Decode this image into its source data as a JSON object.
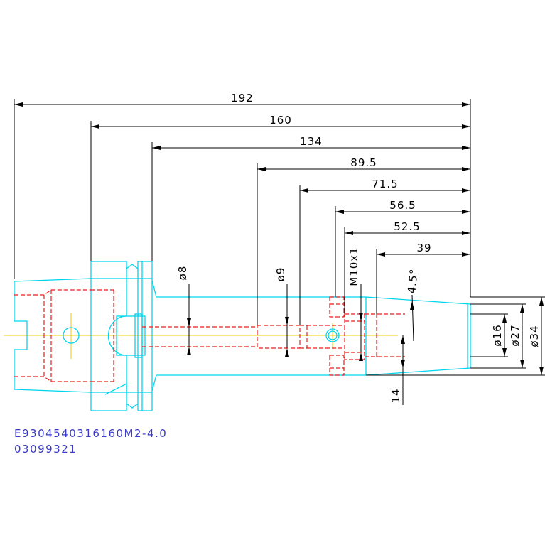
{
  "dimensions": {
    "d192": "192",
    "d160": "160",
    "d134": "134",
    "d89_5": "89.5",
    "d71_5": "71.5",
    "d56_5": "56.5",
    "d52_5": "52.5",
    "d39": "39",
    "dia8": "ø8",
    "dia9": "ø9",
    "thread": "M10x1",
    "angle": "4.5°",
    "dia16": "ø16",
    "dia27": "ø27",
    "dia34": "ø34",
    "d14": "14"
  },
  "labels": {
    "part_number": "E9304540316160M2-4.0",
    "order_number": "03099321"
  },
  "colors": {
    "outline": "#00d5ee",
    "hidden": "#ee1c1c",
    "centerline": "#f0d000",
    "dimension": "#000000",
    "label": "#3a3ac8"
  }
}
